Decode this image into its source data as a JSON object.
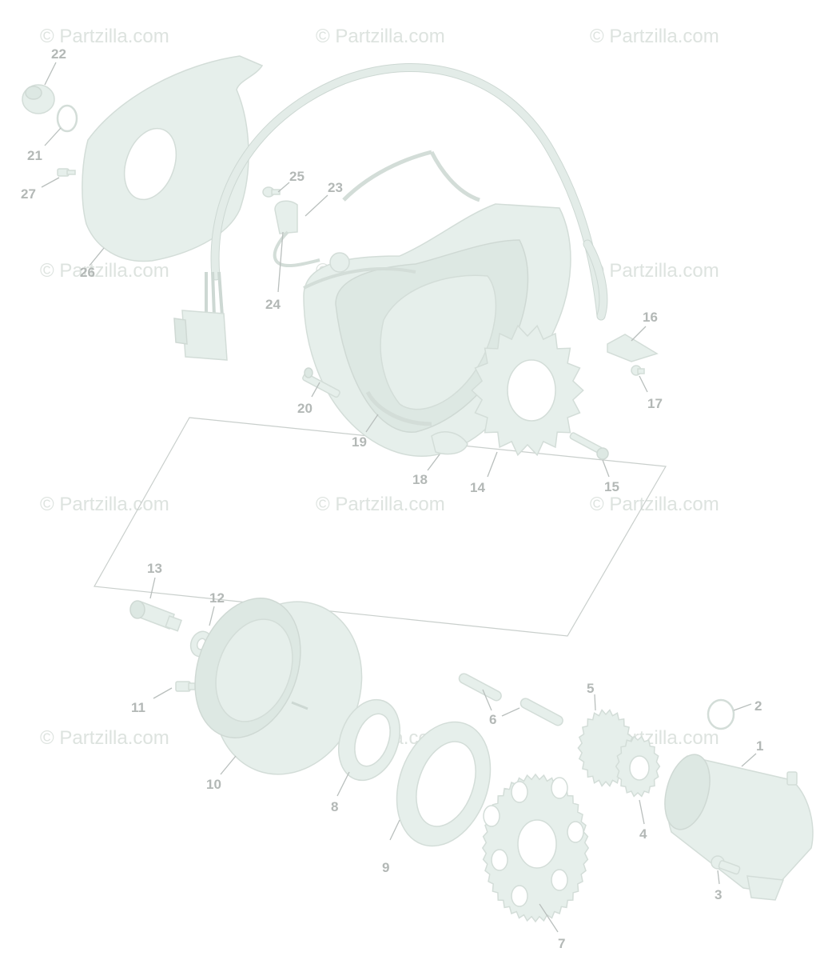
{
  "watermark": "© Partzilla.com",
  "callouts": [
    "1",
    "2",
    "3",
    "4",
    "5",
    "6",
    "7",
    "8",
    "9",
    "10",
    "11",
    "12",
    "13",
    "14",
    "15",
    "16",
    "17",
    "18",
    "19",
    "20",
    "21",
    "22",
    "23",
    "24",
    "25",
    "26",
    "27"
  ],
  "colors": {
    "part_fill": "#e6efeb",
    "part_stroke": "#d3ddd8",
    "label": "#b3b8b6",
    "watermark": "#dde3df"
  }
}
